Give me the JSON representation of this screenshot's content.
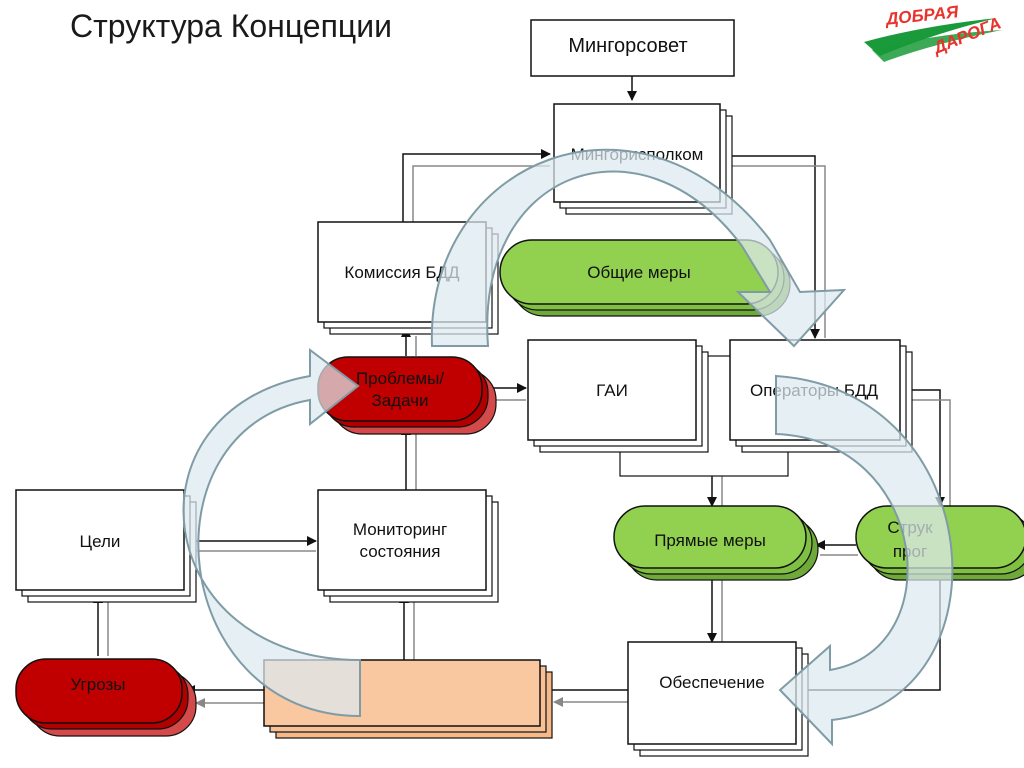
{
  "title": "Структура Концепции",
  "logo": {
    "line1": "ДОБРАЯ",
    "line2": "ДАРОГА"
  },
  "nodes": {
    "mingorsovet": "Мингорсовет",
    "mingorispolkom": "Мингорисполком",
    "komissiya": "Комиссия БДД",
    "obshchie_mery": "Общие меры",
    "problemy_1": "Проблемы/",
    "problemy_2": "Задачи",
    "gai": "ГАИ",
    "operatory": "Операторы БДД",
    "tseli": "Цели",
    "monitoring_1": "Мониторинг",
    "monitoring_2": "состояния",
    "pryamye_mery": "Прямые меры",
    "struk_1": "Струк",
    "struk_2": "прог",
    "obespechenie": "Обеспечение",
    "ugrozy": "Угрозы"
  },
  "colors": {
    "green": "#92d050",
    "red": "#c00000",
    "peach": "#f9c7a0",
    "cycle_arrow": "#dde9ee",
    "cycle_arrow_stroke": "#7f9ca6",
    "logo_red": "#e8322b",
    "logo_green": "#1a9a3a"
  }
}
